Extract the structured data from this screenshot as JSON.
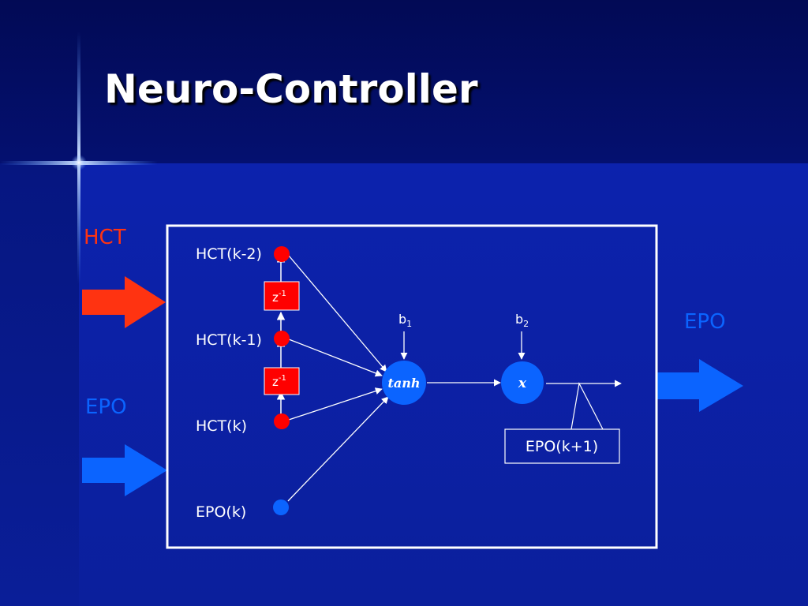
{
  "slide": {
    "title": "Neuro-Controller"
  },
  "diagram": {
    "left_labels": {
      "hct": "HCT",
      "epo": "EPO"
    },
    "right_label": "EPO",
    "inputs": [
      "HCT(k-2)",
      "HCT(k-1)",
      "HCT(k)",
      "EPO(k)"
    ],
    "delay_blocks": {
      "base": "z",
      "exponent": "-1"
    },
    "bias": {
      "b1_base": "b",
      "b1_sub": "1",
      "b2_base": "b",
      "b2_sub": "2"
    },
    "nodes": {
      "hidden": "tanh",
      "output": "x"
    },
    "output_label": "EPO(k+1)"
  },
  "colors": {
    "background": "#0a1fa0",
    "title": "#ffffff",
    "hct": "#ff3311",
    "epo": "#0b64ff",
    "node_blue": "#0b64ff",
    "node_red": "#ff0000",
    "frame": "#ffffff"
  },
  "icons": {
    "hct_arrow": "arrow-right-icon",
    "epo_arrow": "arrow-right-icon",
    "output_arrow": "arrow-right-icon"
  }
}
